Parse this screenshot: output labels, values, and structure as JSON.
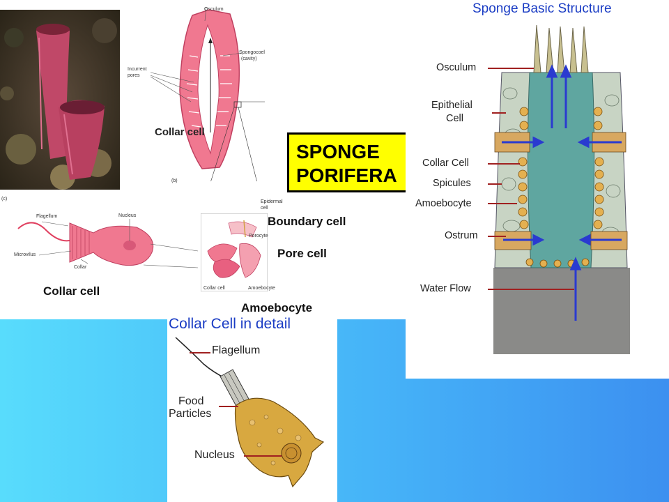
{
  "top_left_labels": {
    "osculum": "Osculum",
    "spongocoel": "Spongocoel",
    "spongocoel_sub": "(cavity)",
    "incurrent": "Incurrent",
    "pores": "pores",
    "collar_cell_upper": "Collar cell",
    "fig_b": "(b)",
    "fig_c": "(c)",
    "epidermal": "Epidermal",
    "epidermal_sub": "cell",
    "flagellum": "Flagellum",
    "nucleus": "Nucleus",
    "microvilus": "Microvilus",
    "collar": "Collar",
    "porocyte": "Porocyte",
    "collar_cell_small": "Collar cell",
    "amoebocyte_small": "Amoebocyte",
    "collar_cell_lower": "Collar cell",
    "boundary_cell": "Boundary cell",
    "pore_cell": "Pore cell",
    "amoebocyte_bold": "Amoebocyte"
  },
  "sponge_box": {
    "line1": "SPONGE",
    "line2": "PORIFERA"
  },
  "right_diagram": {
    "title": "Sponge Basic Structure",
    "labels": {
      "osculum": "Osculum",
      "epithelial_1": "Epithelial",
      "epithelial_2": "Cell",
      "collar_cell": "Collar Cell",
      "spicules": "Spicules",
      "amoebocyte": "Amoebocyte",
      "ostrum": "Ostrum",
      "water_flow": "Water Flow"
    }
  },
  "bottom_diagram": {
    "title": "Collar Cell in detail",
    "labels": {
      "flagellum": "Flagellum",
      "food_1": "Food",
      "food_2": "Particles",
      "nucleus": "Nucleus"
    }
  },
  "colors": {
    "bg_left": "#58dcfc",
    "bg_right": "#3c90f0",
    "title_blue": "#1a3cc4",
    "sponge_yellow": "#ffff00",
    "sponge_pink": "#f07890",
    "leader_red": "#a02020"
  }
}
